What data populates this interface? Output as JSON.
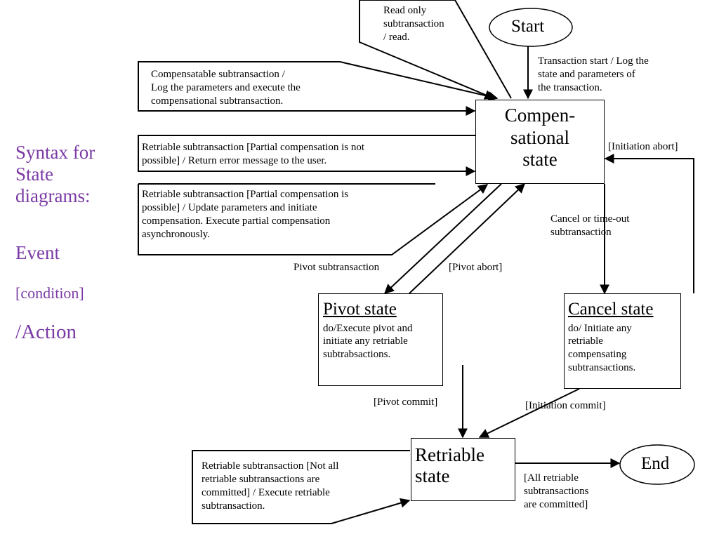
{
  "sidebar": {
    "syntax_title": "Syntax for State diagrams:",
    "event": "Event",
    "condition": "[condition]",
    "action": "/Action"
  },
  "terminals": {
    "start": "Start",
    "end": "End"
  },
  "states": {
    "compensational": {
      "title": "Compen-\nsational\nstate"
    },
    "pivot": {
      "title": "Pivot state",
      "body": "do/Execute pivot and\ninitiate any retriable\nsubtrabsactions."
    },
    "cancel": {
      "title": "Cancel state",
      "body": "do/ Initiate any\nretriable\ncompensating\nsubtransactions."
    },
    "retriable": {
      "title": "Retriable\nstate"
    }
  },
  "transitions": {
    "read_only": "Read only\nsubtransaction\n/ read.",
    "transaction_start": "Transaction start / Log the\n state and parameters of\nthe transaction.",
    "compensatable": "Compensatable subtransaction /\nLog the parameters and execute the\ncompensational subtransaction.",
    "retriable_not_possible": "Retriable subtransaction [Partial compensation is not\npossible] / Return error message to the user.",
    "retriable_possible": "Retriable subtransaction [Partial compensation is\npossible] / Update parameters and initiate\ncompensation. Execute partial compensation\nasynchronously.",
    "initiation_abort": "[Initiation abort]",
    "cancel_timeout": "Cancel or time-out\nsubtransaction",
    "pivot_subtransaction": "Pivot subtransaction",
    "pivot_abort": "[Pivot abort]",
    "pivot_commit": "[Pivot commit]",
    "initiation_commit": "[Initiation commit]",
    "retriable_not_all": "Retriable subtransaction [Not all\nretriable subtransactions are\ncommitted] / Execute retriable\nsubtransaction.",
    "all_committed": "[All retriable\nsubtransactions\nare committed]"
  }
}
